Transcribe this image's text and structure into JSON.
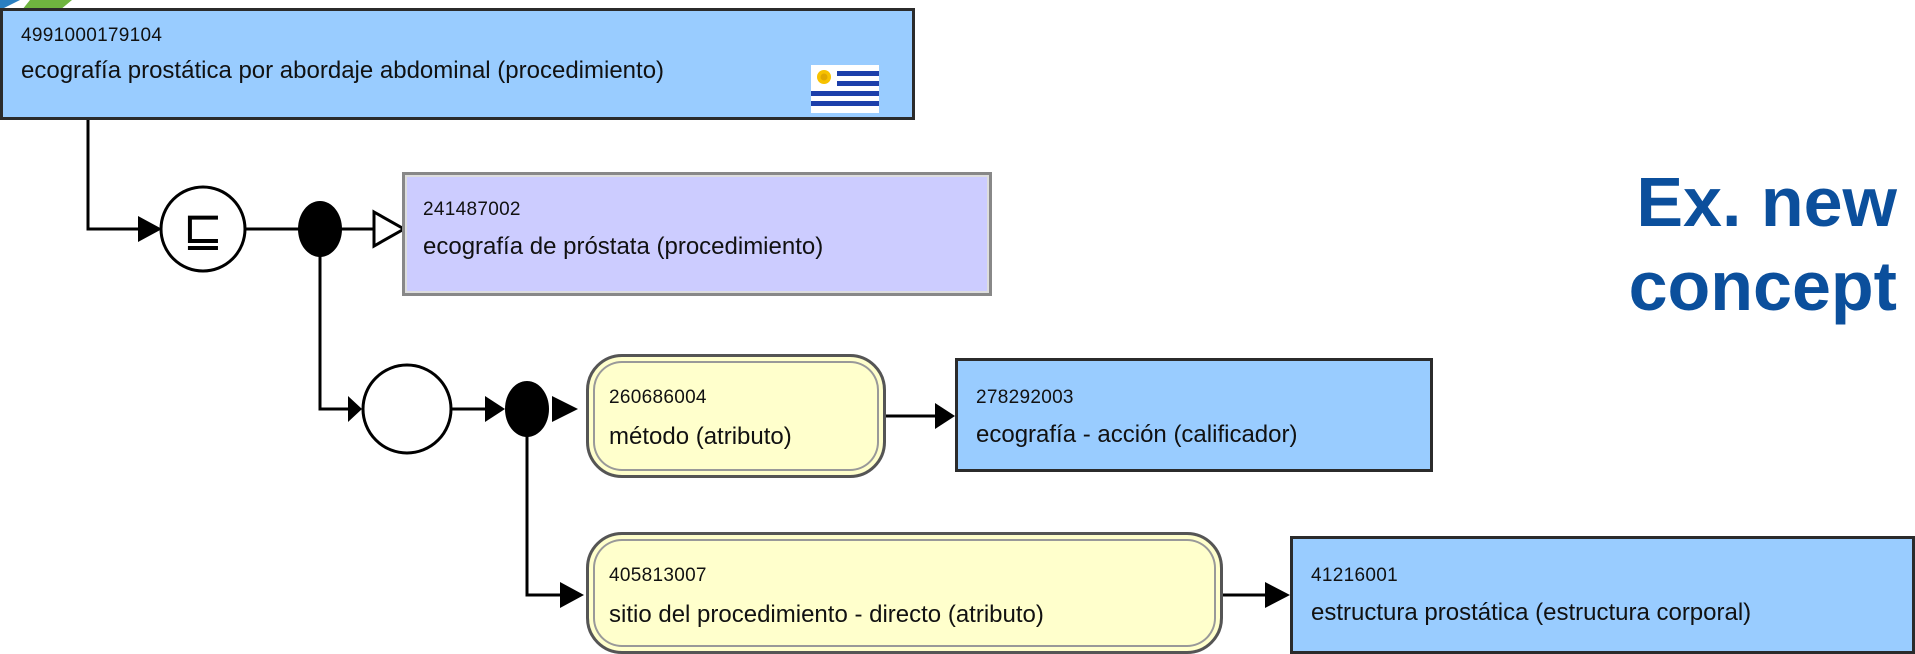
{
  "diagram": {
    "root": {
      "id": "4991000179104",
      "term": "ecografía prostática por abordaje abdominal (procedimiento)"
    },
    "parent": {
      "id": "241487002",
      "term": "ecografía de próstata (procedimiento)"
    },
    "relationships": [
      {
        "attribute": {
          "id": "260686004",
          "term": "método (atributo)"
        },
        "value": {
          "id": "278292003",
          "term": "ecografía - acción (calificador)"
        }
      },
      {
        "attribute": {
          "id": "405813007",
          "term": "sitio del procedimiento - directo (atributo)"
        },
        "value": {
          "id": "41216001",
          "term": "estructura prostática (estructura corporal)"
        }
      }
    ],
    "definition_symbol": "⊑",
    "flag_icon": "uruguay-flag-icon"
  },
  "slide": {
    "title_line1": "Ex. new",
    "title_line2": "concept",
    "title_color": "#0b4f9c"
  },
  "colors": {
    "concept_fill": "#99ccff",
    "parent_fill": "#ccccff",
    "attribute_fill": "#ffffcc"
  }
}
